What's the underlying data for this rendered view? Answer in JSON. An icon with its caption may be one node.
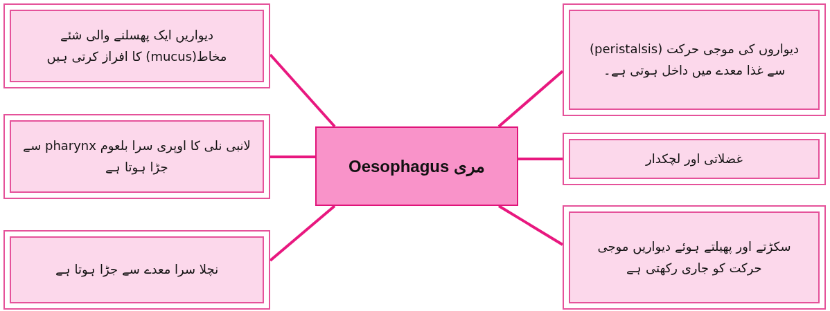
{
  "diagram": {
    "nodes": [
      {
        "text": [
          "مری Oesophagus"
        ]
      },
      {
        "text": [
          "دیواریں ایک پھسلنے والی شئے مخاط(mucus) کا افراز کرتی ہیں"
        ]
      },
      {
        "text": [
          "لانبی نلی کا اوپری سرا بلعوم pharynx سے جڑا ہوتا ہے"
        ]
      },
      {
        "text": [
          "نچلا سرا معدے سے جڑا ہوتا ہے"
        ]
      },
      {
        "text": [
          "دیواروں کی موجی حرکت (peristalsis) سے غذا معدے میں داخل ہوتی ہے۔"
        ]
      },
      {
        "text": [
          "غضلاتی اور لچکدار"
        ]
      },
      {
        "text": [
          "سکڑتے اور پھیلتے ہوئے دیواریں موجی حرکت کو جاری رکھتی ہے"
        ]
      }
    ],
    "edges": [
      {
        "from": 0,
        "to": 1,
        "arrow": "none"
      },
      {
        "from": 0,
        "to": 2,
        "arrow": "none"
      },
      {
        "from": 0,
        "to": 3,
        "arrow": "none"
      },
      {
        "from": 0,
        "to": 4,
        "arrow": "none"
      },
      {
        "from": 0,
        "to": 5,
        "arrow": "none"
      },
      {
        "from": 0,
        "to": 6,
        "arrow": "none"
      }
    ]
  }
}
